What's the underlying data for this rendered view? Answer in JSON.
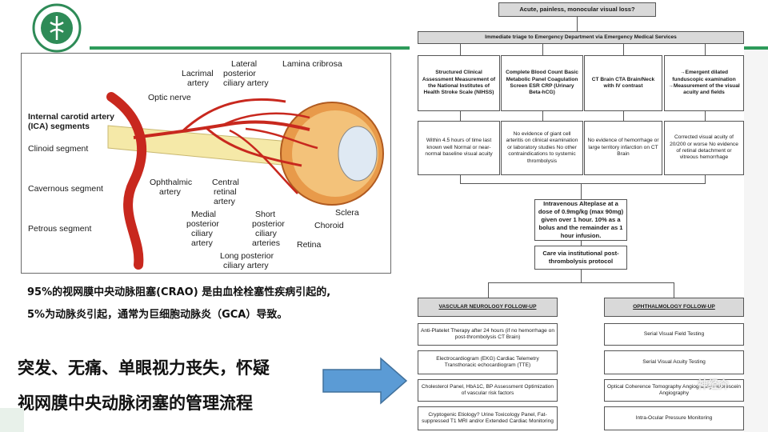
{
  "figure": {
    "labels": {
      "lamina": "Lamina cribrosa",
      "lateral_posterior": [
        "Lateral",
        "posterior",
        "ciliary artery"
      ],
      "lacrimal": [
        "Lacrimal",
        "artery"
      ],
      "optic_nerve": "Optic nerve",
      "ica": [
        "Internal carotid artery",
        "(ICA) segments"
      ],
      "clinoid": "Clinoid segment",
      "cavernous": "Cavernous segment",
      "petrous": "Petrous segment",
      "ophthalmic": [
        "Ophthalmic",
        "artery"
      ],
      "central_retinal": [
        "Central",
        "retinal",
        "artery"
      ],
      "medial_posterior": [
        "Medial",
        "posterior",
        "ciliary",
        "artery"
      ],
      "short_posterior": [
        "Short",
        "posterior",
        "ciliary",
        "arteries"
      ],
      "long_posterior": [
        "Long posterior",
        "ciliary artery"
      ],
      "retina": "Retina",
      "choroid": "Choroid",
      "sclera": "Sclera"
    },
    "colors": {
      "artery": "#c8281e",
      "nerve": "#f5e9a8",
      "eye": "#e89a4a"
    }
  },
  "captions": {
    "line1": "95%的视网膜中央动脉阻塞(CRAO) 是由血栓栓塞性疾病引起的,",
    "line2": "5%为动脉炎引起，通常为巨细胞动脉炎（GCA）导致。",
    "big1": "突发、无痛、单眼视力丧失，怀疑",
    "big2": "视网膜中央动脉闭塞的管理流程"
  },
  "flow": {
    "top": "Acute, painless, monocular visual loss?",
    "triage": "Immediate triage to Emergency Department via Emergency Medical Services",
    "col1": {
      "head": "Structured Clinical Assessment Measurement of the National Institutes of Health Stroke Scale (NIHSS)",
      "body": "Within 4.5 hours of time last known well Normal or near-normal baseline visual acuity"
    },
    "col2": {
      "head": "Complete Blood Count Basic Metabolic Panel Coagulation Screen ESR CRP (Urinary Beta-hCG)",
      "body": "No evidence of giant cell arteritis on clinical examination or laboratory studies No other contraindications to systemic thrombolysis"
    },
    "col3": {
      "head": "CT Brain CTA Brain/Neck with IV contrast",
      "body": "No evidence of hemorrhage or large territory infarction on CT Brain"
    },
    "col4": {
      "head": "→Emergent dilated funduscopic examination →Measurement of the visual acuity and fields",
      "body": "Corrected visual acuity of 20/200 or worse No evidence of retinal detachment or vitreous hemorrhage"
    },
    "alteplase": "Intravenous Alteplase at a dose of 0.9mg/kg (max 90mg) given over 1 hour. 10% as a bolus and the remainder as 1 hour infusion.",
    "care": "Care via institutional post-thrombolysis protocol",
    "vasc_head": "VASCULAR NEUROLOGY FOLLOW-UP",
    "oph_head": "OPHTHALMOLOGY FOLLOW-UP",
    "vasc": [
      "Anti-Platelet Therapy after 24 hours (if no hemorrhage on post-thrombolysis CT Brain)",
      "Electrocardiogram (EKG) Cardiac Telemetry Transthoracic echocardiogram (TTE)",
      "Cholesterol Panel, HbA1C, BP Assessment Optimization of vascular risk factors",
      "Cryptogenic Etiology? Urine Toxicology Panel, Fat-suppressed T1 MRI and/or Extended Cardiac Monitoring"
    ],
    "oph": [
      "Serial Visual Field Testing",
      "Serial Visual Acuity Testing",
      "Optical Coherence Tomography Angiography Fluorescein Angiography",
      "Intra-Ocular Pressure Monitoring"
    ]
  },
  "watermark": "神经介"
}
